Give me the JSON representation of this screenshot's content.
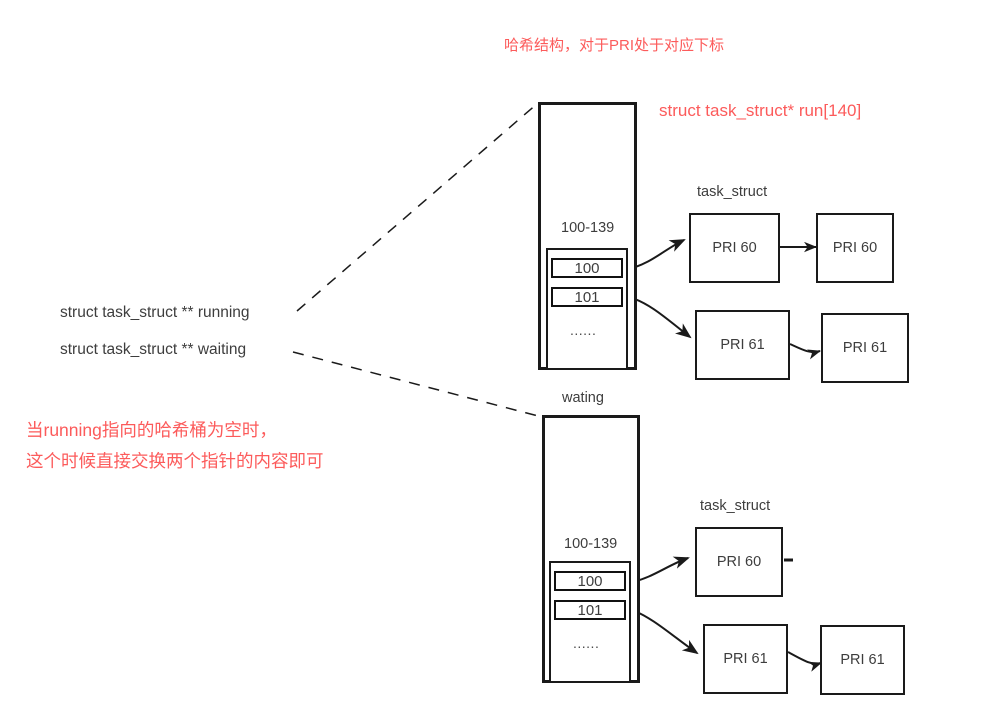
{
  "annotations": {
    "title_note": "哈希结构，对于PRI处于对应下标",
    "run_decl": "struct task_struct* run[140]",
    "swap_note_line1": "当running指向的哈希桶为空时，",
    "swap_note_line2": "这个时候直接交换两个指针的内容即可",
    "red_color": "#fc5b5b"
  },
  "pointers": {
    "running": "struct task_struct ** running",
    "waiting": "struct task_struct ** waiting"
  },
  "running_table": {
    "range_label": "100-139",
    "buckets": [
      {
        "index": "100"
      },
      {
        "index": "101"
      }
    ],
    "ellipsis": "......",
    "task_struct_label": "task_struct",
    "chains": [
      {
        "nodes": [
          "PRI 60",
          "PRI 60"
        ]
      },
      {
        "nodes": [
          "PRI 61",
          "PRI 61"
        ]
      }
    ]
  },
  "waiting_table": {
    "name_label": "wating",
    "range_label": "100-139",
    "buckets": [
      {
        "index": "100"
      },
      {
        "index": "101"
      }
    ],
    "ellipsis": "......",
    "task_struct_label": "task_struct",
    "chains": [
      {
        "nodes": [
          "PRI 60"
        ]
      },
      {
        "nodes": [
          "PRI 61",
          "PRI 61"
        ]
      }
    ]
  }
}
